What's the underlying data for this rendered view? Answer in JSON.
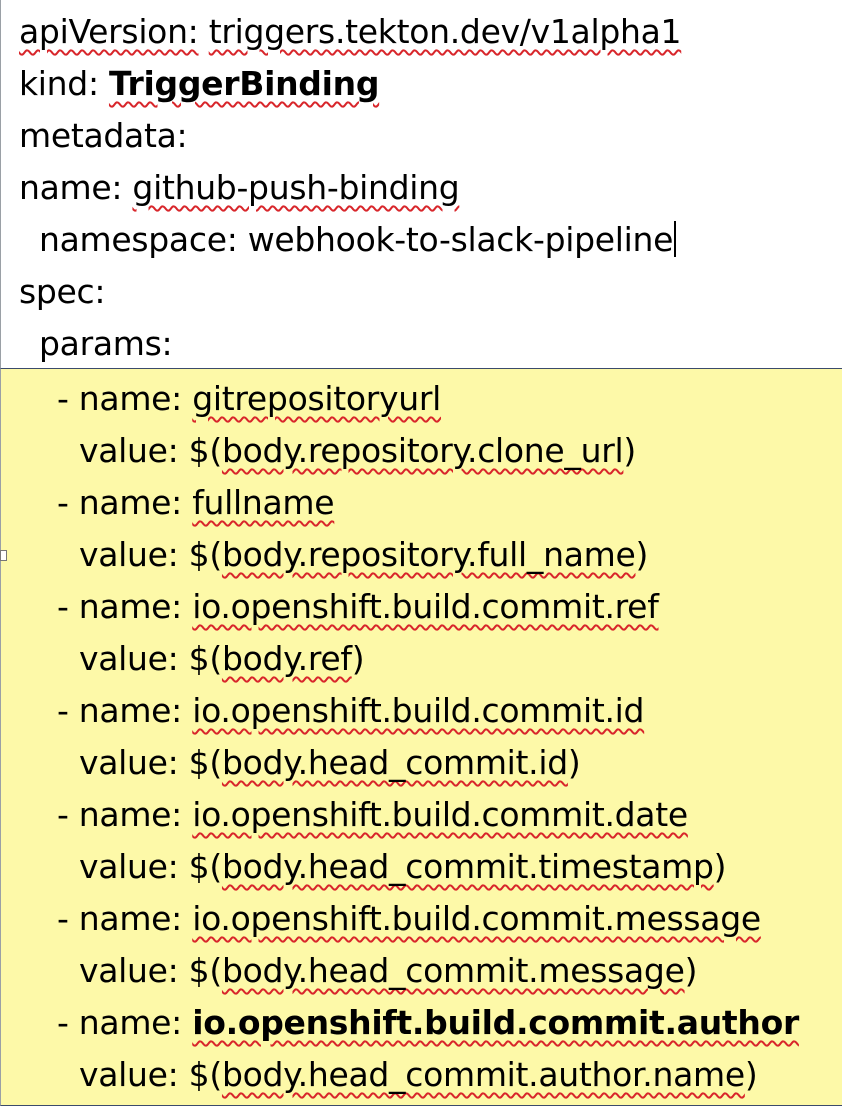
{
  "doc": {
    "api_key": "apiVersion:",
    "api_value": "triggers.tekton.dev/v1alpha1",
    "kind_key": "kind:",
    "kind_value": "TriggerBinding",
    "metadata_key": "metadata:",
    "name_key": "name:",
    "name_value": "github-push-binding",
    "namespace_key": "namespace:",
    "namespace_value": "webhook-to-slack-pipeline",
    "spec_key": "spec:",
    "params_key": "params:"
  },
  "params": [
    {
      "name_label": "- name:",
      "name": "gitrepositoryurl",
      "value_label": "value:",
      "value_prefix": "$(",
      "value": "body.repository.clone_url",
      "value_suffix": ")"
    },
    {
      "name_label": "- name:",
      "name": "fullname",
      "value_label": "value:",
      "value_prefix": "$(",
      "value": "body.repository.full_name",
      "value_suffix": ")"
    },
    {
      "name_label": "- name:",
      "name": "io.openshift.build.commit.ref",
      "value_label": "value:",
      "value_prefix": "$(",
      "value": "body.ref",
      "value_suffix": ")"
    },
    {
      "name_label": "- name:",
      "name": "io.openshift.build.commit.id",
      "value_label": "value:",
      "value_prefix": "$(",
      "value": "body.head_commit.id",
      "value_suffix": ")"
    },
    {
      "name_label": "- name:",
      "name": "io.openshift.build.commit.date",
      "value_label": "value:",
      "value_prefix": "$(",
      "value": "body.head_commit.timestamp",
      "value_suffix": ")"
    },
    {
      "name_label": "- name:",
      "name": "io.openshift.build.commit.message",
      "value_label": "value:",
      "value_prefix": "$(",
      "value": "body.head_commit.message",
      "value_suffix": ")"
    },
    {
      "name_label": "- name:",
      "name": "io.openshift.build.commit.author",
      "value_label": "value:",
      "value_prefix": "$(",
      "value": "body.head_commit.author.name",
      "value_suffix": ")"
    }
  ],
  "colors": {
    "highlight": "#fdf9a8",
    "spellcheck": "#d8262b",
    "rule": "#3b4b6b"
  }
}
